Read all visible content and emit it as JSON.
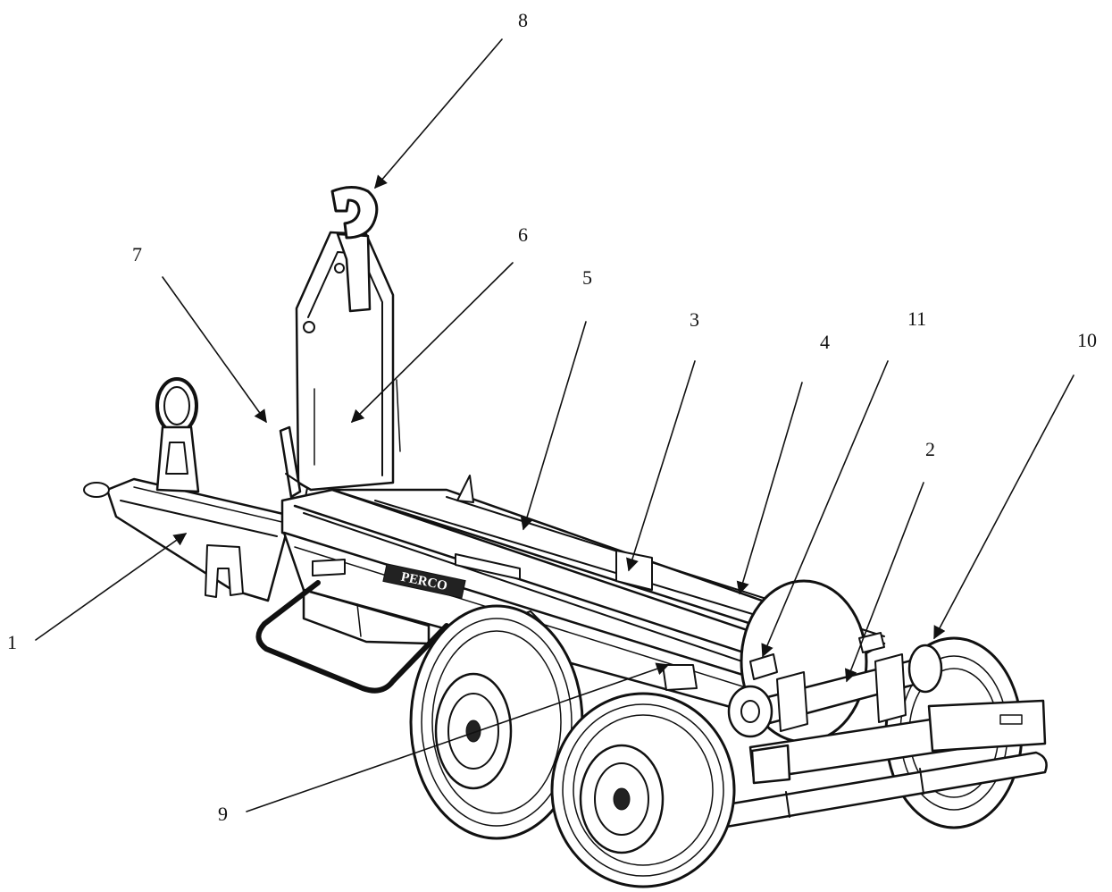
{
  "diagram": {
    "callouts": [
      {
        "id": "1",
        "label": "1"
      },
      {
        "id": "2",
        "label": "2"
      },
      {
        "id": "3",
        "label": "3"
      },
      {
        "id": "4",
        "label": "4"
      },
      {
        "id": "5",
        "label": "5"
      },
      {
        "id": "6",
        "label": "6"
      },
      {
        "id": "7",
        "label": "7"
      },
      {
        "id": "8",
        "label": "8"
      },
      {
        "id": "9",
        "label": "9"
      },
      {
        "id": "10",
        "label": "10"
      },
      {
        "id": "11",
        "label": "11"
      }
    ],
    "colors": {
      "ink": "#111111",
      "background": "#ffffff"
    },
    "brand_plate": "PERCO"
  }
}
